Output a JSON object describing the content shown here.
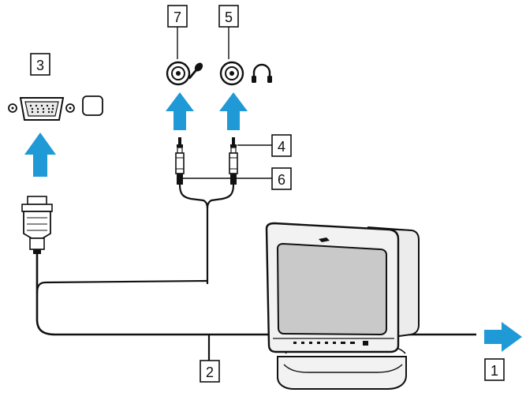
{
  "callouts": {
    "c1": "1",
    "c2": "2",
    "c3": "3",
    "c4": "4",
    "c5": "5",
    "c6": "6",
    "c7": "7"
  },
  "icons": {
    "vga_port": "vga-port-icon",
    "display": "display-icon",
    "microphone": "microphone-icon",
    "headphones": "headphones-icon",
    "arrow": "arrow-icon"
  },
  "colors": {
    "arrow": "#1f9ad6",
    "line": "#111111",
    "screen": "#c9c9c9",
    "monitor_body": "#f2f2f2"
  }
}
